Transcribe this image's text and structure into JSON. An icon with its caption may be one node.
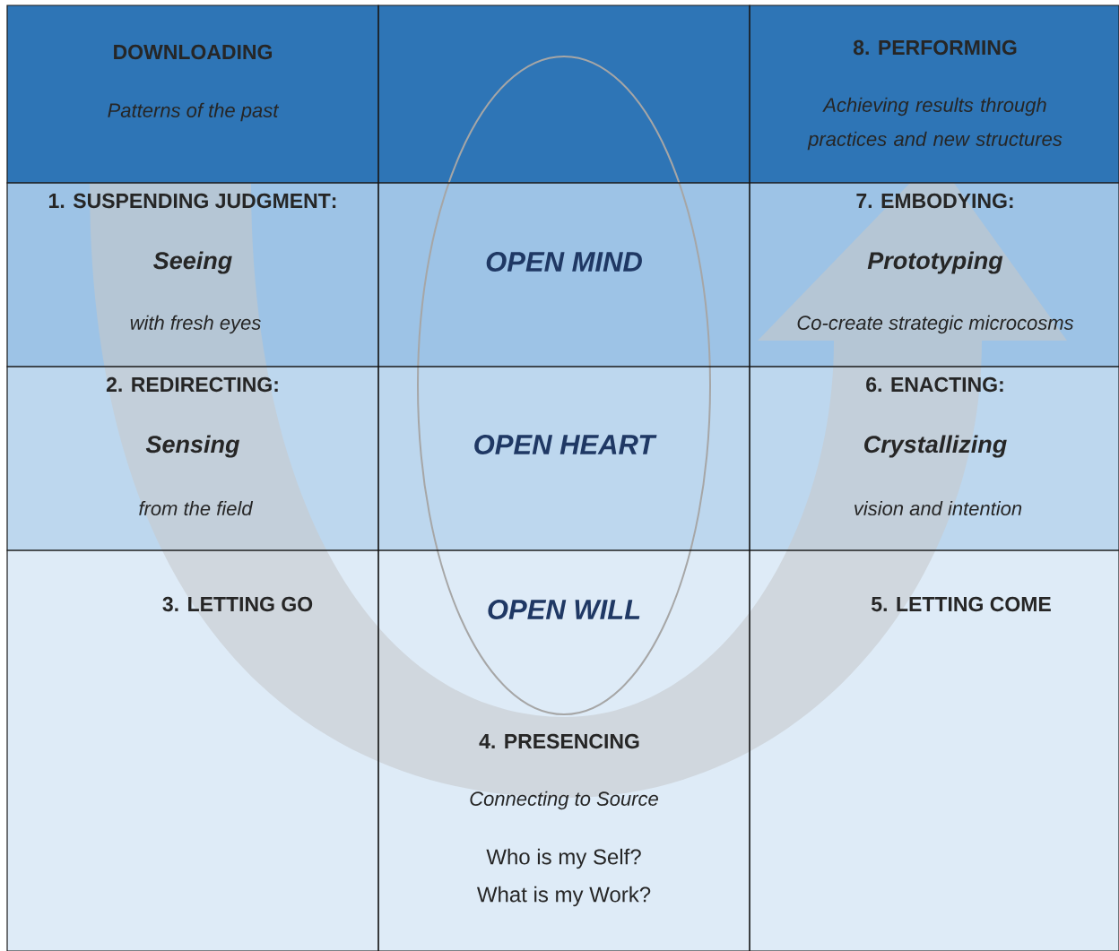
{
  "diagram": {
    "nodes": [
      {
        "text": [
          "DOWNLOADING",
          "Patterns of the past"
        ]
      },
      {
        "text": [],
        "shape": "box"
      },
      {
        "text": [
          "8. PERFORMING",
          "Achieving results through practices and new structures"
        ]
      },
      {
        "text": [
          "**1. SUSPENDING JUDGMENT**:",
          "Seeing",
          "with fresh eyes"
        ]
      },
      {
        "text": [
          "OPEN MIND"
        ]
      },
      {
        "text": [
          "7. EMBODYING:",
          "Prototyping",
          "Co-create strategic microcosms"
        ]
      },
      {
        "text": [
          "**2. REDIRECTING**:",
          "Sensing",
          "from the field"
        ]
      },
      {
        "text": [
          "OPEN HEART"
        ]
      },
      {
        "text": [
          "6. ENACTING:",
          "Crystallizing",
          "vision and intention"
        ]
      },
      {
        "text": [
          "3. LETTING GO"
        ]
      },
      {
        "text": [
          "OPEN WILL",
          "4. PRESENCING",
          "Connecting to Source",
          "Who is my Self?",
          "What is my Work?"
        ]
      },
      {
        "text": [
          "5. LETTING COME"
        ]
      }
    ]
  }
}
